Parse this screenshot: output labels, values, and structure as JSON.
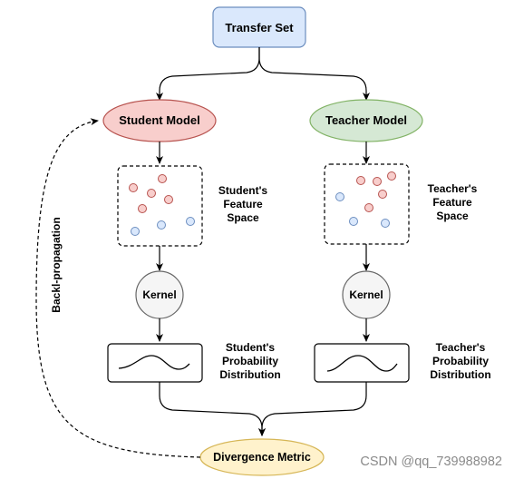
{
  "nodes": {
    "transfer_set": "Transfer Set",
    "student_model": "Student Model",
    "teacher_model": "Teacher Model",
    "student_kernel": "Kernel",
    "teacher_kernel": "Kernel",
    "divergence_metric": "Divergence Metric"
  },
  "labels": {
    "student_feature_space": [
      "Student's",
      "Feature",
      "Space"
    ],
    "teacher_feature_space": [
      "Teacher's",
      "Feature",
      "Space"
    ],
    "student_distribution": [
      "Student's",
      "Probability",
      "Distribution"
    ],
    "teacher_distribution": [
      "Teacher's",
      "Probability",
      "Distribution"
    ],
    "backprop": "Backl-propagation"
  },
  "watermark": "CSDN @qq_739988982",
  "colors": {
    "transfer_fill": "#dae8fc",
    "transfer_stroke": "#6c8ebf",
    "student_fill": "#f8cecc",
    "student_stroke": "#b85450",
    "teacher_fill": "#d5e8d4",
    "teacher_stroke": "#82b366",
    "kernel_fill": "#f5f5f5",
    "kernel_stroke": "#666666",
    "divergence_fill": "#fff2cc",
    "divergence_stroke": "#d6b656",
    "red_point_fill": "#f8cecc",
    "red_point_stroke": "#b85450",
    "blue_point_fill": "#dae8fc",
    "blue_point_stroke": "#6c8ebf"
  }
}
